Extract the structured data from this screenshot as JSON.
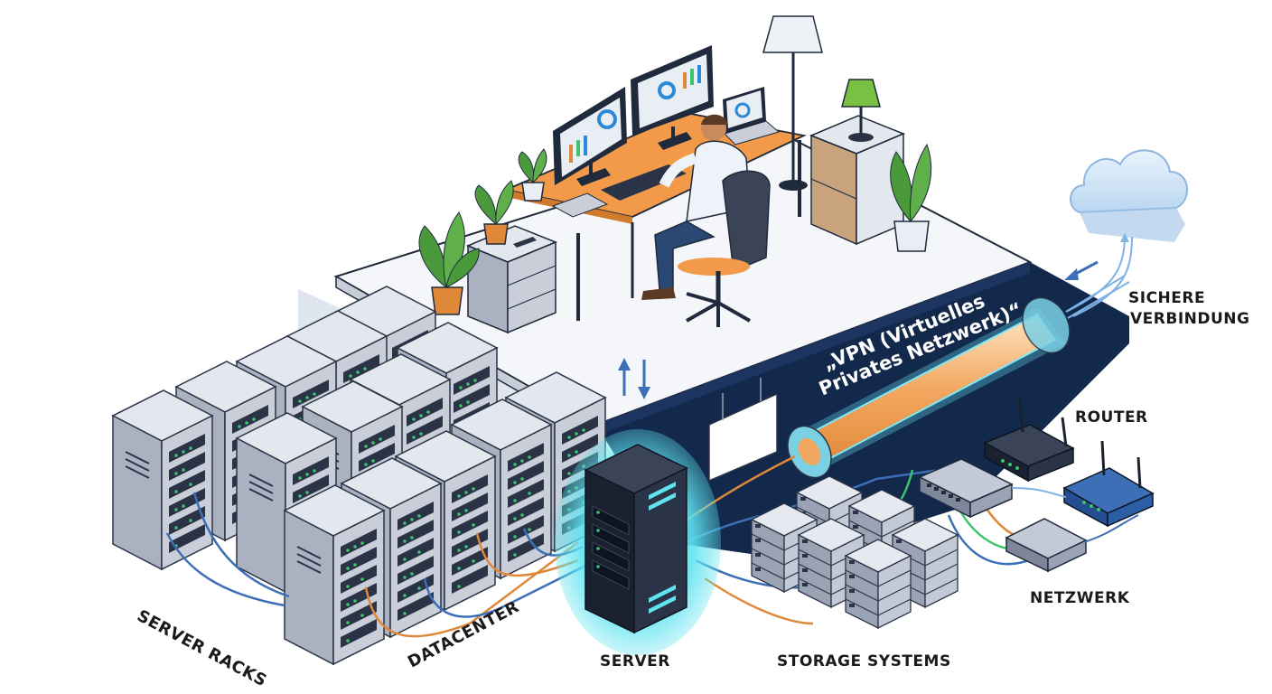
{
  "labels": {
    "server_racks": "SERVER RACKS",
    "datacenter": "DATACENTER",
    "server": "SERVER",
    "storage_systems": "STORAGE SYSTEMS",
    "netzwerk": "NETZWERK",
    "router": "ROUTER",
    "sichere_line1": "SICHERE",
    "sichere_line2": "VERBINDUNG",
    "vpn_line1": "„VPN (Virtuelles",
    "vpn_line2": "Privates Netzwerk)“"
  },
  "colors": {
    "navy": "#13294b",
    "rack_gray": "#c9ced8",
    "rack_dark": "#2b3446",
    "led_green": "#3ec46d",
    "cable_blue": "#3c6fb6",
    "cable_orange": "#e0883a",
    "vpn_glow": "#f5b56b",
    "desk_orange": "#f29a4a",
    "cloud_blue": "#cfe4f7",
    "server_glow": "#5fe3f0"
  },
  "icons": [
    "server-rack-icon",
    "server-icon",
    "storage-icon",
    "router-icon",
    "switch-icon",
    "cloud-icon",
    "monitor-icon",
    "laptop-icon",
    "plant-icon",
    "lamp-icon",
    "chair-icon",
    "person-icon",
    "arrow-up-icon",
    "arrow-down-icon"
  ]
}
